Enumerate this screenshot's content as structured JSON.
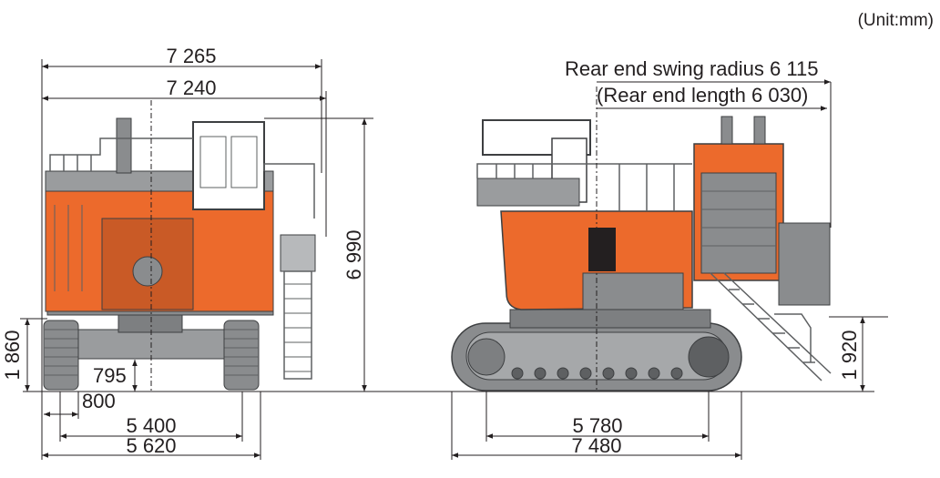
{
  "unit_label": "(Unit:mm)",
  "front_view": {
    "overall_width_top": "7 265",
    "overall_width_second": "7 240",
    "overall_height": "6 990",
    "counterweight_clearance": "1 860",
    "ground_clearance_offset": "795",
    "shoe_width": "800",
    "track_gauge": "5 400",
    "undercarriage_width": "5 620"
  },
  "side_view": {
    "rear_swing_radius": "Rear end swing radius 6 115",
    "rear_end_length": "(Rear end length 6 030)",
    "tumbler_distance": "5 780",
    "track_length": "7 480",
    "ground_to_counterweight": "1 920"
  },
  "colors": {
    "body_orange": "#ec6a2c",
    "frame_gray": "#8a8c8e",
    "dark_gray": "#5e6062",
    "line": "#231f20"
  }
}
